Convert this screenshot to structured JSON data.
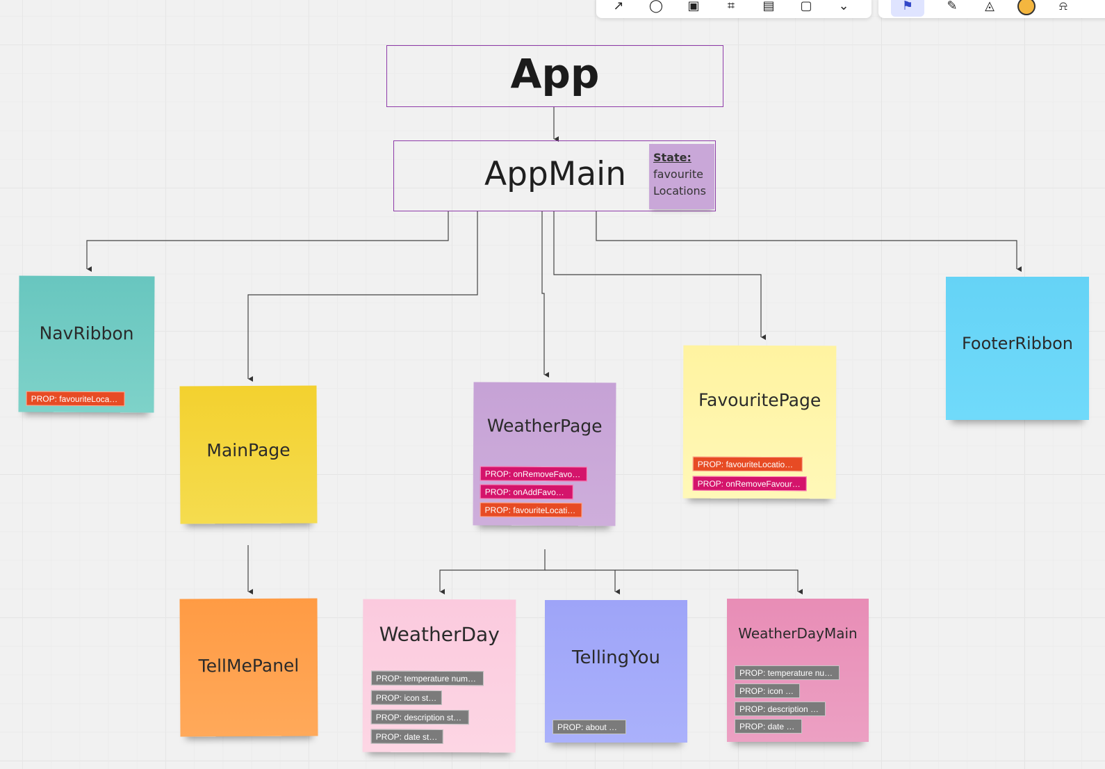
{
  "toolbar_left": {
    "icons": [
      "arrow-icon",
      "circle-icon",
      "lock-icon",
      "frame-icon",
      "paste-icon",
      "doc-icon",
      "chevron-down-icon"
    ]
  },
  "toolbar_right": {
    "icons": [
      "reaction-icon",
      "pen-icon",
      "comment-icon",
      "avatar-icon",
      "bell-icon"
    ]
  },
  "diagram": {
    "app": "App",
    "app_main": "AppMain",
    "state": {
      "heading": "State:",
      "line1": "favourite",
      "line2": "Locations"
    },
    "nodes": {
      "nav_ribbon": {
        "title": "NavRibbon",
        "props": [
          "PROP: favouriteLocations []"
        ]
      },
      "main_page": {
        "title": "MainPage"
      },
      "weather_page": {
        "title": "WeatherPage",
        "props": [
          "PROP: onRemoveFavourite...",
          "PROP: onAddFavourite ()",
          "PROP: favouriteLocations []"
        ]
      },
      "favourite_page": {
        "title": "FavouritePage",
        "props": [
          "PROP: favouriteLocations []",
          "PROP: onRemoveFavourite..."
        ]
      },
      "footer_ribbon": {
        "title": "FooterRibbon"
      },
      "tell_me_panel": {
        "title": "TellMePanel"
      },
      "weather_day": {
        "title": "WeatherDay",
        "props": [
          "PROP: temperature number",
          "PROP: icon string",
          "PROP: description string",
          "PROP: date string"
        ]
      },
      "telling_you": {
        "title": "TellingYou",
        "props": [
          "PROP: about string"
        ]
      },
      "weather_day_main": {
        "title": "WeatherDayMain",
        "props": [
          "PROP: temperature number",
          "PROP: icon string",
          "PROP: description string",
          "PROP: date string"
        ]
      }
    }
  },
  "colors": {
    "frame_border": "#8e3aa8",
    "nav_ribbon": "#6fcbc2",
    "main_page": "#f3d43a",
    "weather_page": "#c9a7d8",
    "favourite_page": "#fff6ab",
    "footer_ribbon": "#6ad7f6",
    "tell_me_panel": "#ffa14e",
    "weather_day": "#fcd0e0",
    "telling_you": "#a3aaf9",
    "weather_day_main": "#e88fb8",
    "prop_red": "#e74b24",
    "prop_pink": "#d4146b",
    "prop_grey": "#7b7b7b"
  }
}
